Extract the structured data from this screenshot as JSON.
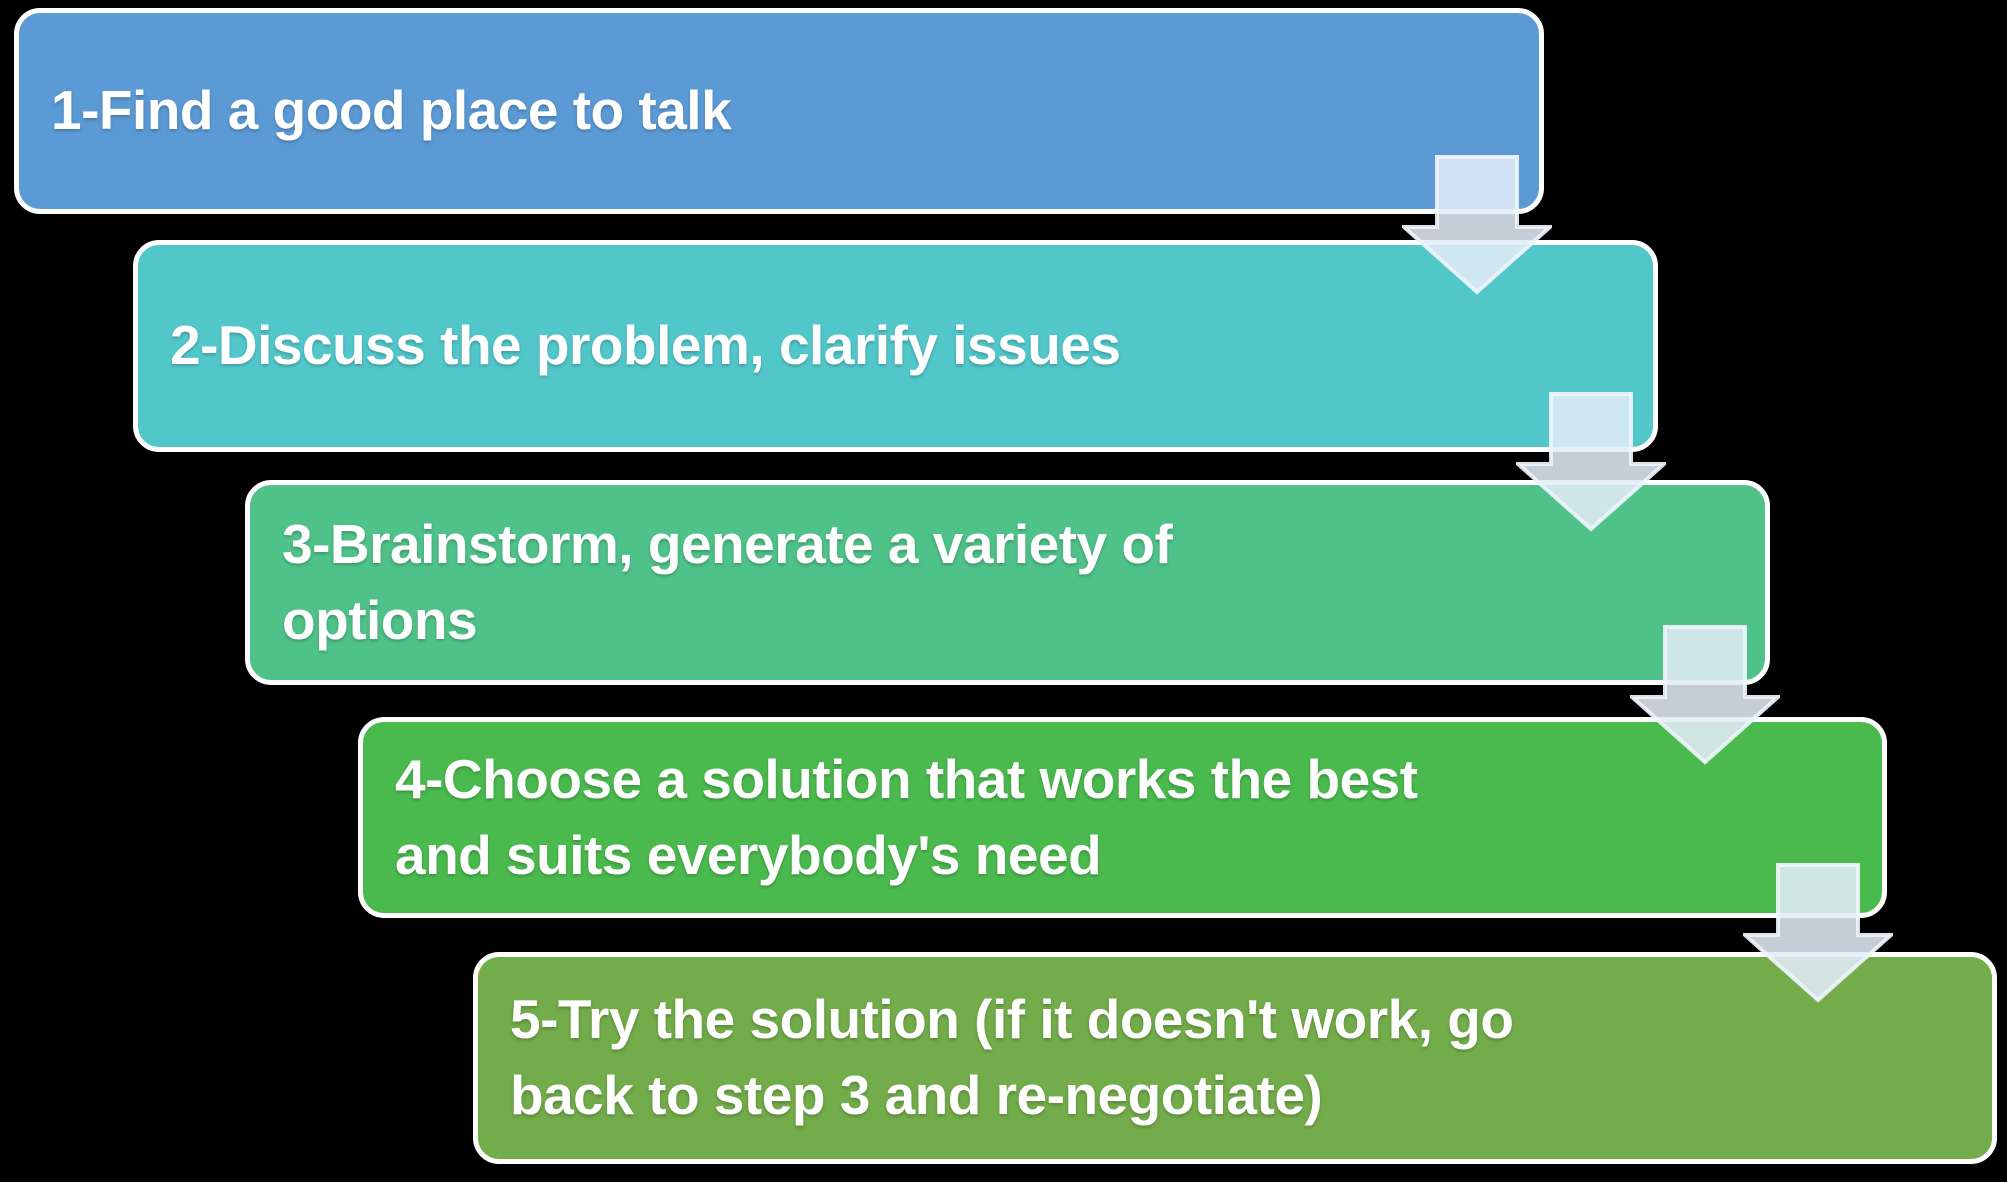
{
  "diagram": {
    "type": "step-down-process",
    "background_color": "#000000",
    "box_border_color": "#FFFFFF",
    "text_color": "#FFFFFF",
    "arrow": {
      "fill": "#E2EBF7",
      "stroke": "#EFF4FB",
      "direction": "down"
    },
    "steps": [
      {
        "id": 1,
        "label": "1-Find a good place to talk",
        "color": "#5B9AD5"
      },
      {
        "id": 2,
        "label": "2-Discuss the problem, clarify issues",
        "color": "#52C7CA"
      },
      {
        "id": 3,
        "label": "3-Brainstorm, generate a variety of\noptions",
        "color": "#4FC289"
      },
      {
        "id": 4,
        "label": "4-Choose a solution that works the best\nand suits everybody's need",
        "color": "#4BBA4E"
      },
      {
        "id": 5,
        "label": "5-Try the solution (if it doesn't work, go\nback to step 3 and re-negotiate)",
        "color": "#73AC4A"
      }
    ]
  }
}
